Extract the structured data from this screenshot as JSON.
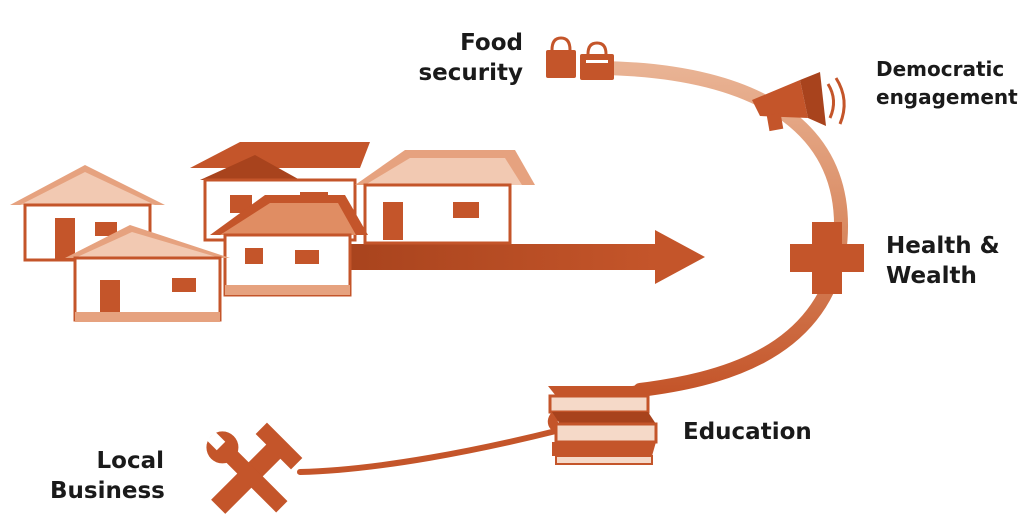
{
  "colors": {
    "accent": "#c4552a",
    "accent_dark": "#a8431d",
    "accent_light": "#e6a27f",
    "roof_dark": "#8f3718",
    "text": "#1a1a1a",
    "background": "#ffffff"
  },
  "labels": {
    "food_security": [
      "Food",
      "security"
    ],
    "democratic_engagement": [
      "Democratic",
      "engagement"
    ],
    "health_wealth": [
      "Health &",
      "Wealth"
    ],
    "education": "Education",
    "local_business": [
      "Local",
      "Business"
    ]
  },
  "icons": {
    "food_security": "shopping-bags-icon",
    "democratic_engagement": "megaphone-icon",
    "health_wealth": "cross-icon",
    "education": "books-icon",
    "local_business": "crossed-tools-icon",
    "village": "village-houses-icon"
  }
}
